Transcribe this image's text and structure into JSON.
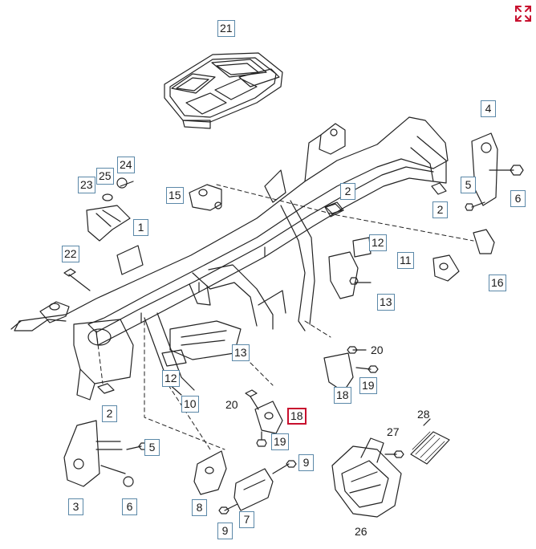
{
  "diagram": {
    "highlight_color": "#c8102e",
    "callout_border_color": "#5b88a8",
    "line_color": "#222222",
    "selected_part": "18",
    "boxed_labels": [
      {
        "id": "21",
        "text": "21"
      },
      {
        "id": "24",
        "text": "24"
      },
      {
        "id": "25",
        "text": "25"
      },
      {
        "id": "23",
        "text": "23"
      },
      {
        "id": "15",
        "text": "15"
      },
      {
        "id": "2a",
        "text": "2"
      },
      {
        "id": "2b",
        "text": "2"
      },
      {
        "id": "4",
        "text": "4"
      },
      {
        "id": "5a",
        "text": "5"
      },
      {
        "id": "6a",
        "text": "6"
      },
      {
        "id": "1",
        "text": "1"
      },
      {
        "id": "22",
        "text": "22"
      },
      {
        "id": "12a",
        "text": "12"
      },
      {
        "id": "11",
        "text": "11"
      },
      {
        "id": "16",
        "text": "16"
      },
      {
        "id": "13a",
        "text": "13"
      },
      {
        "id": "13b",
        "text": "13"
      },
      {
        "id": "12b",
        "text": "12"
      },
      {
        "id": "10",
        "text": "10"
      },
      {
        "id": "2c",
        "text": "2"
      },
      {
        "id": "18a",
        "text": "18"
      },
      {
        "id": "19a",
        "text": "19"
      },
      {
        "id": "18b",
        "text": "18"
      },
      {
        "id": "19b",
        "text": "19"
      },
      {
        "id": "5b",
        "text": "5"
      },
      {
        "id": "3",
        "text": "3"
      },
      {
        "id": "6b",
        "text": "6"
      },
      {
        "id": "9a",
        "text": "9"
      },
      {
        "id": "8",
        "text": "8"
      },
      {
        "id": "7",
        "text": "7"
      },
      {
        "id": "9b",
        "text": "9"
      }
    ],
    "plain_labels": [
      {
        "id": "20a",
        "text": "20"
      },
      {
        "id": "20b",
        "text": "20"
      },
      {
        "id": "27",
        "text": "27"
      },
      {
        "id": "28",
        "text": "28"
      },
      {
        "id": "26",
        "text": "26"
      }
    ]
  },
  "toolbar": {
    "expand_icon": "expand-arrows-icon"
  }
}
